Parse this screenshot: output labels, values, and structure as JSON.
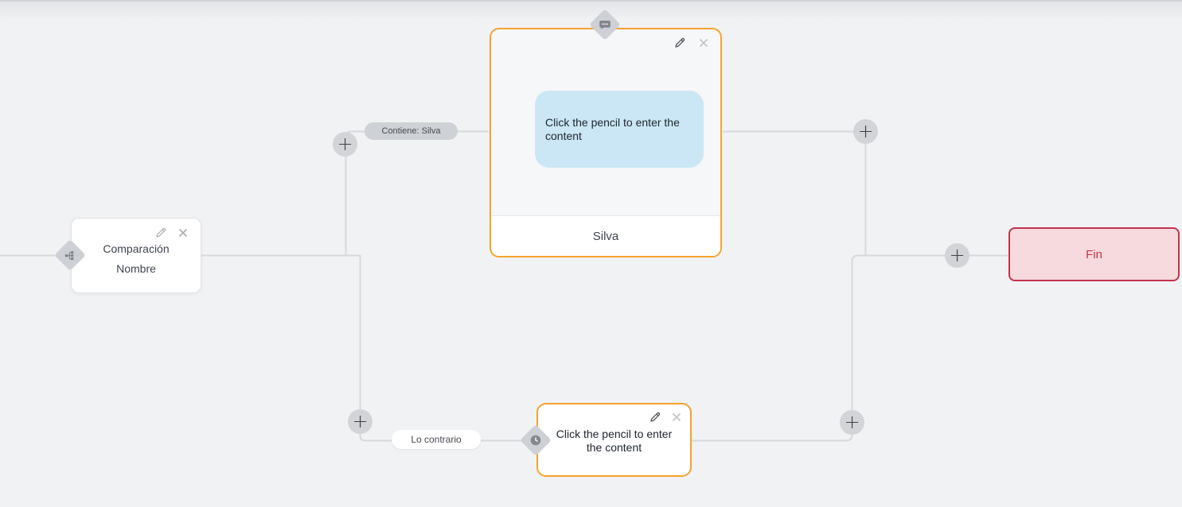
{
  "flow": {
    "condition_node": {
      "line1": "Comparación",
      "line2": "Nombre",
      "type_icon": "sitemap-branch-icon"
    },
    "message_node": {
      "body_placeholder": "Click the pencil to enter the content",
      "footer_label": "Silva",
      "type_icon": "chat-bubble-icon"
    },
    "delay_node": {
      "body_placeholder": "Click the pencil to enter the content",
      "type_icon": "clock-icon"
    },
    "end_node": {
      "label": "Fin"
    },
    "edge_labels": {
      "match": "Contiene: Silva",
      "else": "Lo contrario"
    },
    "add_glyph": "+"
  },
  "icons": {
    "edit": "pencil-icon",
    "delete": "close-x-icon",
    "add": "plus-icon",
    "condition": "sitemap-branch-icon",
    "message": "chat-bubble-icon",
    "delay": "clock-icon"
  },
  "colors": {
    "canvas_background": "#f1f2f4",
    "connector_line": "#d6d8db",
    "node_accent_orange": "#f6a22f",
    "message_bubble_blue": "#cbe7f5",
    "end_node_border": "#c2334d",
    "end_node_background": "#f7dade",
    "badge_gray": "#cdd0d4"
  }
}
